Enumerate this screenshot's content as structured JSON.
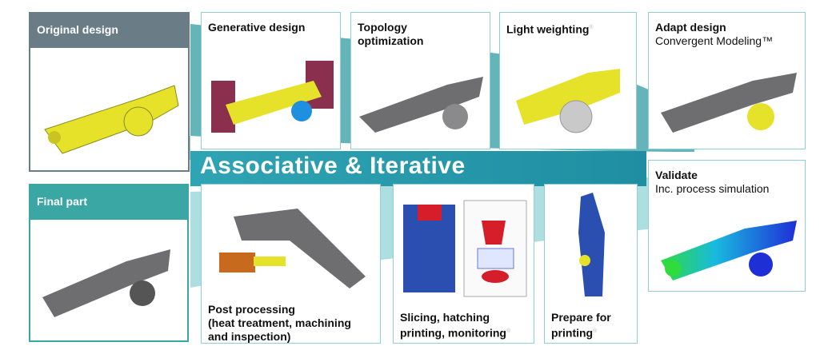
{
  "steps": {
    "original": {
      "title": "Original design"
    },
    "generative": {
      "title": "Generative design"
    },
    "topology": {
      "title_line1": "Topology",
      "title_line2": "optimization"
    },
    "light": {
      "title": "Light  weighting",
      "mark": "®"
    },
    "adapt": {
      "title": "Adapt design",
      "subtitle": "Convergent Modeling™"
    },
    "validate": {
      "title": "Validate",
      "subtitle": "Inc. process simulation"
    },
    "final": {
      "title": "Final  part"
    },
    "post": {
      "title_line1": "Post processing",
      "title_line2": "(heat treatment, machining",
      "title_line3": "and inspection)"
    },
    "slicing": {
      "title_line1": "Slicing, hatching",
      "title_line2": "printing, monitoring",
      "mark": "®"
    },
    "prepare": {
      "title_line1": "Prepare for",
      "title_line2": "printing",
      "mark": "®"
    }
  },
  "banner": {
    "text": "Associative & Iterative"
  },
  "colors": {
    "teal_band": "#4aa7ad",
    "banner": "#2a9db0",
    "original_header": "#6a7d86",
    "final_header": "#3aa7a5",
    "part_yellow": "#e6e22a",
    "part_grey": "#6e6e70"
  }
}
